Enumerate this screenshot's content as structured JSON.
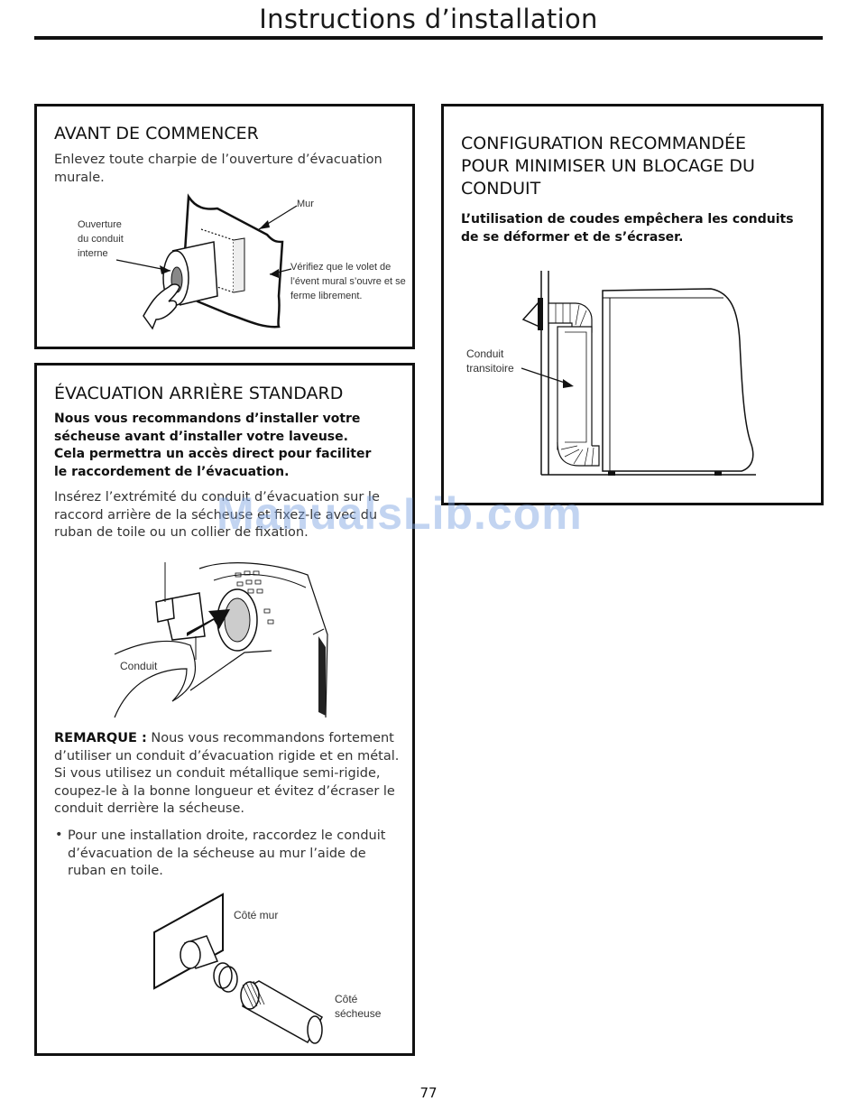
{
  "page": {
    "title": "Instructions d’installation",
    "page_number": "77",
    "watermark": "ManualsLib.com"
  },
  "avant": {
    "heading": "AVANT DE COMMENCER",
    "text": "Enlevez toute charpie de l’ouverture d’évacuation murale.",
    "labels": {
      "mur": "Mur",
      "ouverture": "Ouverture du conduit interne",
      "verifiez": "Vérifiez que le volet de l’évent mural s’ouvre et se ferme librement."
    }
  },
  "evacuation": {
    "heading": "ÉVACUATION ARRIÈRE STANDARD",
    "bold_text": "Nous vous recommandons d’installer votre sécheuse avant d’installer votre laveuse. Cela permettra un accès direct pour faciliter le raccordement de l’évacuation.",
    "text": "Insérez l’extrémité du conduit d’évacuation sur le raccord arrière de la sécheuse et fixez-le avec du ruban de toile ou un collier de fixation.",
    "conduit_label": "Conduit",
    "remarque_label": "REMARQUE :",
    "remarque_text": "Nous vous recommandons fortement d’utiliser un conduit d’évacuation rigide et en métal. Si vous utilisez un conduit métallique semi-rigide, coupez-le à la bonne longueur et évitez d’écraser le conduit derrière la sécheuse.",
    "bullet_marker": "•",
    "bullet": "Pour une installation droite, raccordez le conduit d’évacuation de la sécheuse au mur l’aide de ruban en toile.",
    "cote_mur": "Côté mur",
    "cote_secheuse": "Côté sécheuse"
  },
  "config": {
    "heading": "CONFIGURATION RECOMMANDÉE POUR MINIMISER UN BLOCAGE DU CONDUIT",
    "bold_text": "L’utilisation de coudes empêchera les conduits de se déformer et de s’écraser.",
    "conduit_label": "Conduit transitoire"
  }
}
